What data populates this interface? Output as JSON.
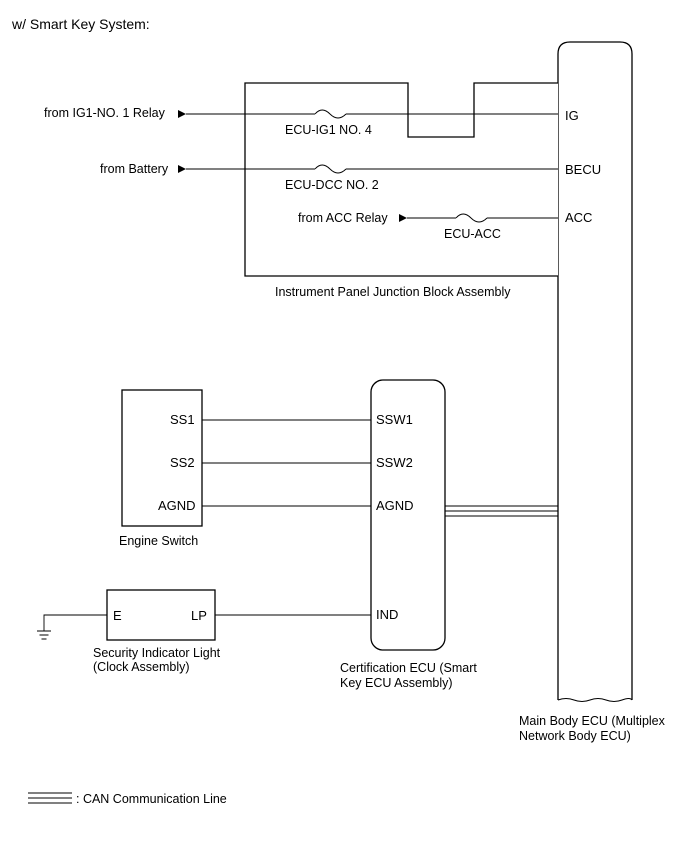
{
  "header": {
    "title": "w/ Smart Key System:"
  },
  "junction_block": {
    "label": "Instrument Panel Junction Block Assembly",
    "fuses": [
      "ECU-IG1 NO. 4",
      "ECU-DCC NO. 2",
      "ECU-ACC"
    ],
    "sources": [
      "from IG1-NO. 1 Relay",
      "from Battery",
      "from ACC Relay"
    ]
  },
  "main_body_ecu": {
    "label_line1": "Main Body ECU (Multiplex",
    "label_line2": "Network Body ECU)",
    "pins": [
      "IG",
      "BECU",
      "ACC"
    ]
  },
  "engine_switch": {
    "label": "Engine Switch",
    "pins": [
      "SS1",
      "SS2",
      "AGND"
    ]
  },
  "certification_ecu": {
    "label_line1": "Certification ECU (Smart",
    "label_line2": "Key ECU Assembly)",
    "pins": [
      "SSW1",
      "SSW2",
      "AGND",
      "IND"
    ]
  },
  "security_light": {
    "label_line1": "Security Indicator Light",
    "label_line2": "(Clock Assembly)",
    "pins": [
      "E",
      "LP"
    ]
  },
  "legend": {
    "can_line": ": CAN Communication Line"
  }
}
